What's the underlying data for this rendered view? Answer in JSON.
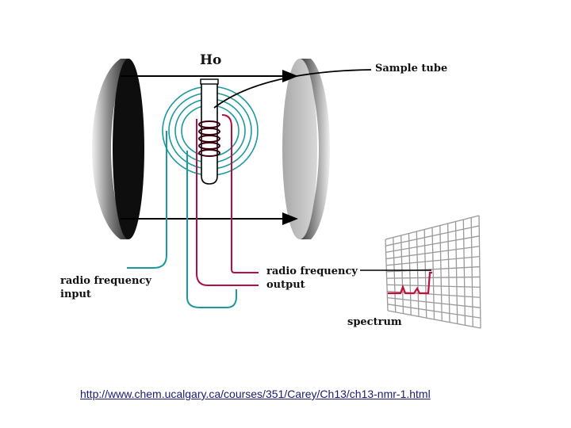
{
  "labels": {
    "field": "Ho",
    "sample_tube": "Sample tube",
    "rf_input_line1": "radio frequency",
    "rf_input_line2": "input",
    "rf_output_line1": "radio frequency",
    "rf_output_line2": "output",
    "spectrum": "spectrum"
  },
  "link": {
    "text": "http://www.chem.ucalgary.ca/courses/351/Carey/Ch13/ch13-nmr-1.html"
  },
  "colors": {
    "input_coil": "#1a9aa0",
    "output_coil": "#b01040",
    "magnet_dark": "#111111",
    "magnet_light": "#b0b0b0",
    "grid": "#9a9a9a",
    "spectrum_trace": "#c0103a"
  }
}
